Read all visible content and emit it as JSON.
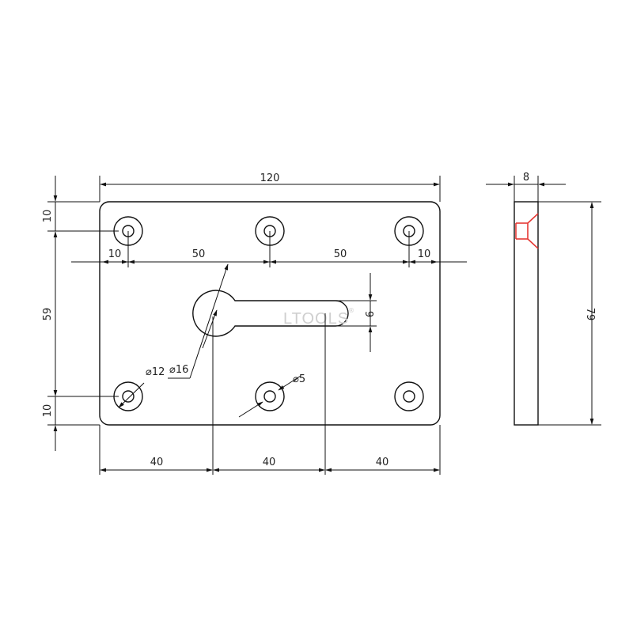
{
  "drawing": {
    "watermark": "LTOOLS",
    "watermark_mark": "®",
    "colors": {
      "line": "#111111",
      "accent": "#e53935",
      "watermark": "#cfcfcf",
      "background": "#ffffff"
    },
    "front_view": {
      "overall_width": "120",
      "top_margin": "10",
      "bottom_margin": "10",
      "hole_span_vertical": "59",
      "hole_spacing_left": "10",
      "hole_spacing_center_a": "50",
      "hole_spacing_center_b": "50",
      "hole_spacing_right": "10",
      "slot_width": "9",
      "keyhole_small_dia": "⌀12",
      "keyhole_large_dia": "⌀16",
      "hole_dia": "⌀5",
      "bottom_seg_1": "40",
      "bottom_seg_2": "40",
      "bottom_seg_3": "40"
    },
    "side_view": {
      "thickness": "8",
      "height": "79"
    }
  }
}
